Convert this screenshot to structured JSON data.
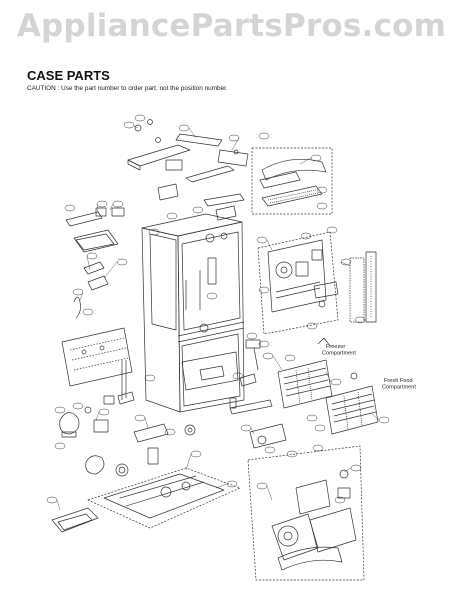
{
  "watermark": "AppliancePartsPros.com",
  "header": {
    "title": "CASE PARTS",
    "caution": "CAUTION : Use the part number to order part, not the position number."
  },
  "diagram": {
    "labels": {
      "freezer": [
        "Freezer",
        "Compartment"
      ],
      "fresh_food": [
        "Fresh Food",
        "Compartment"
      ]
    },
    "line_color": "#333333"
  }
}
